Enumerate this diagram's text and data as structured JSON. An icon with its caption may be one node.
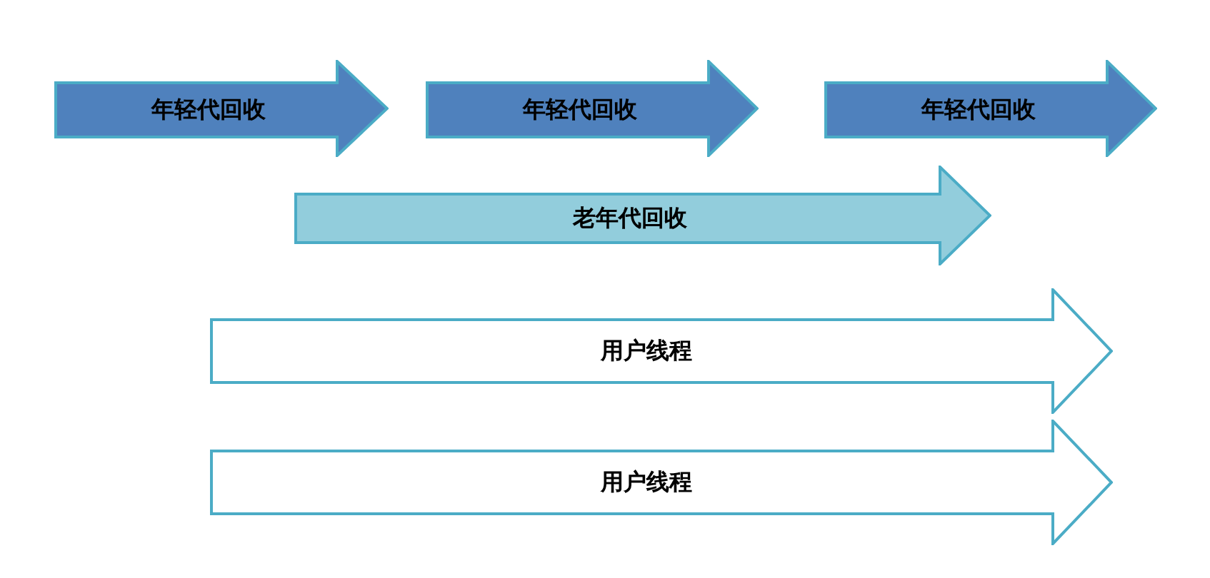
{
  "diagram": {
    "nodes": [
      {
        "text": [
          "年轻代回收"
        ]
      },
      {
        "text": [
          "年轻代回收"
        ]
      },
      {
        "text": [
          "年轻代回收"
        ]
      },
      {
        "text": [
          "老年代回收"
        ]
      },
      {
        "text": [
          "用户线程"
        ]
      },
      {
        "text": [
          "用户线程"
        ]
      }
    ]
  }
}
